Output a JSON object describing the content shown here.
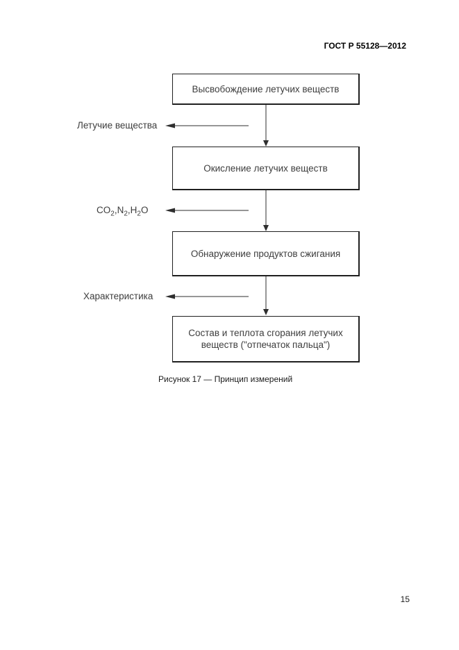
{
  "header": {
    "title": "ГОСТ Р 55128—2012"
  },
  "diagram": {
    "boxes": [
      {
        "label": "Высвобождение летучих веществ"
      },
      {
        "label": "Окисление летучих веществ"
      },
      {
        "label": "Обнаружение продуктов сжигания"
      },
      {
        "lines": [
          "Состав и теплота сгорания летучих",
          "веществ (\"отпечаток пальца\")"
        ]
      }
    ],
    "side_labels": [
      {
        "label": "Летучие вещества"
      },
      {
        "formula": {
          "p0": "CO",
          "s0": "2",
          "p1": ",N",
          "s1": "2",
          "p2": ",H",
          "s2": "2",
          "p3": "O"
        }
      },
      {
        "label": "Характеристика"
      }
    ]
  },
  "caption": {
    "text": "Рисунок 17 — Принцип измерений"
  },
  "footer": {
    "page_number": "15"
  },
  "colors": {
    "ink": "#000000",
    "diagram_ink": "#3d3d3d",
    "line": "#2e2e2e",
    "background": "#ffffff"
  }
}
